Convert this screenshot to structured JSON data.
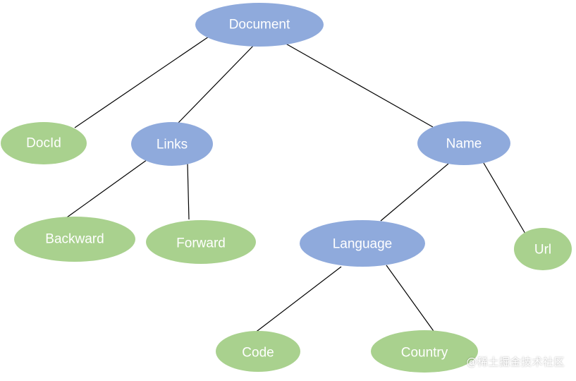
{
  "colors": {
    "parent_fill": "#8FAADC",
    "leaf_fill": "#A9D18E",
    "edge": "#000000",
    "text": "#FFFFFF"
  },
  "nodes": {
    "document": {
      "label": "Document",
      "kind": "parent"
    },
    "docid": {
      "label": "DocId",
      "kind": "leaf"
    },
    "links": {
      "label": "Links",
      "kind": "parent"
    },
    "name": {
      "label": "Name",
      "kind": "parent"
    },
    "backward": {
      "label": "Backward",
      "kind": "leaf"
    },
    "forward": {
      "label": "Forward",
      "kind": "leaf"
    },
    "language": {
      "label": "Language",
      "kind": "parent"
    },
    "url": {
      "label": "Url",
      "kind": "leaf"
    },
    "code": {
      "label": "Code",
      "kind": "leaf"
    },
    "country": {
      "label": "Country",
      "kind": "leaf"
    }
  },
  "edges": [
    [
      "document",
      "docid"
    ],
    [
      "document",
      "links"
    ],
    [
      "document",
      "name"
    ],
    [
      "links",
      "backward"
    ],
    [
      "links",
      "forward"
    ],
    [
      "name",
      "language"
    ],
    [
      "name",
      "url"
    ],
    [
      "language",
      "code"
    ],
    [
      "language",
      "country"
    ]
  ],
  "watermark": "@稀土掘金技术社区"
}
